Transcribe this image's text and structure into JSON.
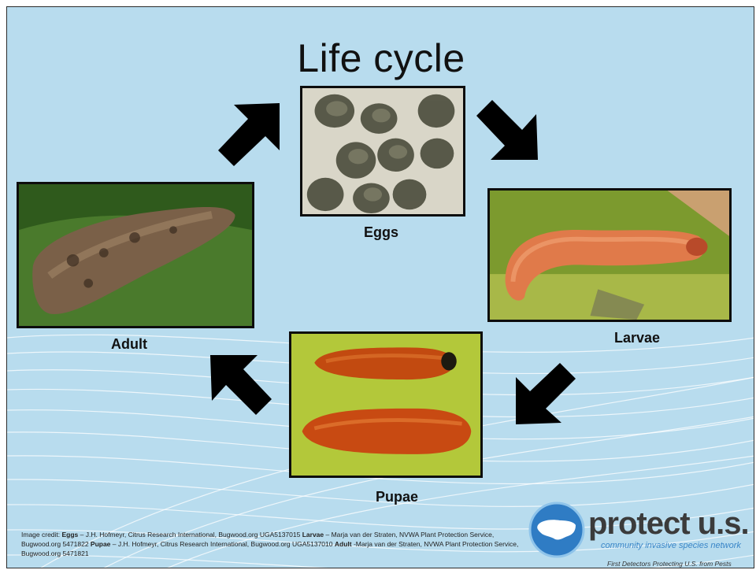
{
  "slide": {
    "title": "Life cycle",
    "stages": {
      "eggs": "Eggs",
      "larvae": "Larvae",
      "pupae": "Pupae",
      "adult": "Adult"
    },
    "credit": {
      "prefix": "Image credit: ",
      "eggs_label": "Eggs",
      "eggs_text": " – J.H. Hofmeyr, Citrus Research International, Bugwood.org UGA5137015 ",
      "larvae_label": "Larvae",
      "larvae_text": " –  Marja van der Straten, NVWA Plant Protection Service, Bugwood.org 5471822 ",
      "pupae_label": "Pupae",
      "pupae_text": " – J.H. Hofmeyr, Citrus Research International, Bugwood.org UGA5137010 ",
      "adult_label": "Adult",
      "adult_text": " -Marja van der Straten, NVWA Plant Protection Service, Bugwood.org 5471821"
    },
    "logo": {
      "name": "protect u.s.",
      "subtitle": "community invasive species network",
      "tagline": "First Detectors Protecting U.S. from Pests"
    },
    "colors": {
      "background": "#b8dcee",
      "logo_blue": "#3a86c8",
      "arrow": "#000000"
    },
    "icons": [
      "arrow-icon",
      "globe-icon"
    ]
  }
}
